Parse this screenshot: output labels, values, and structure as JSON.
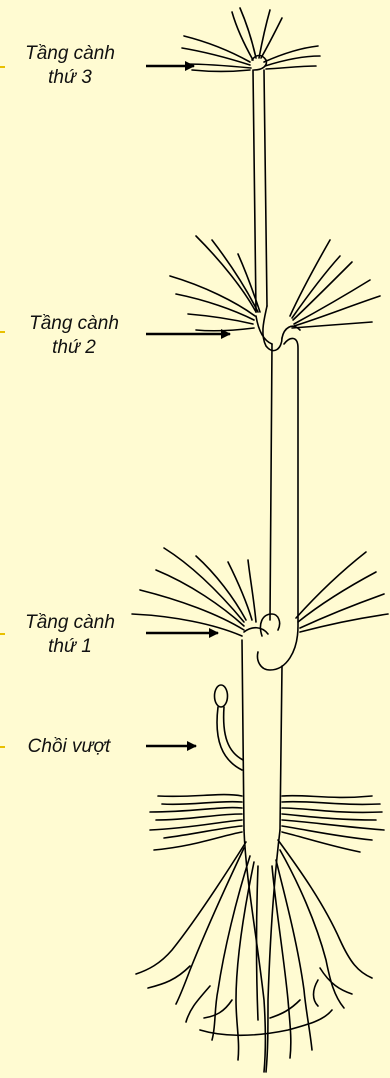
{
  "labels": {
    "tier3": {
      "line1": "Tầng cành",
      "line2": "thứ 3"
    },
    "tier2": {
      "line1": "Tầng cành",
      "line2": "thứ 2"
    },
    "tier1": {
      "line1": "Tầng cành",
      "line2": "thứ 1"
    },
    "shoot": {
      "line1": "Chồi vượt"
    }
  },
  "colors": {
    "background": "#fffbd2",
    "stroke": "#000000",
    "marker": "#e8c000"
  }
}
